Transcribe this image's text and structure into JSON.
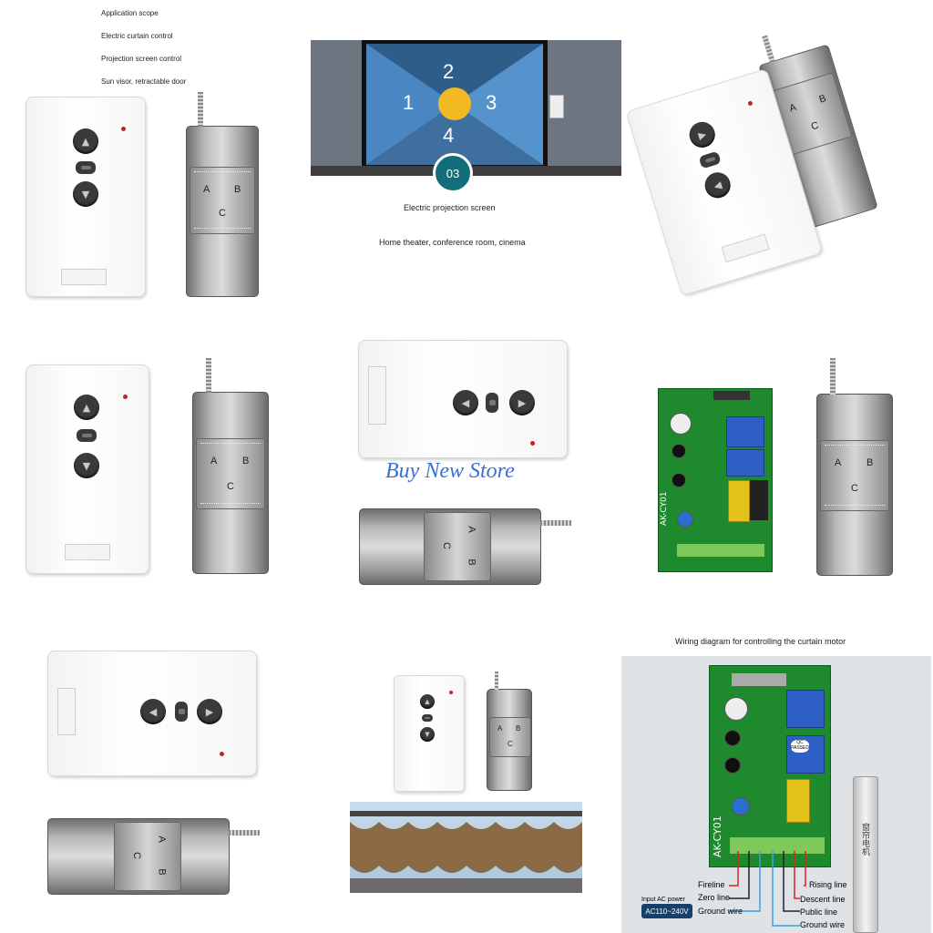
{
  "panel1": {
    "title": "Application scope",
    "items": [
      "Electric curtain control",
      "Projection screen control",
      "Sun visor, retractable door"
    ]
  },
  "panel2": {
    "screen_numbers": [
      "2",
      "1",
      "3",
      "4"
    ],
    "badge": "03",
    "caption": "Electric projection screen",
    "subcaption": "Home theater, conference room, cinema"
  },
  "remote_metal": {
    "key_a": "A",
    "key_b": "B",
    "key_c": "C"
  },
  "watermark": "Buy New Store",
  "wiring": {
    "title": "Wiring diagram for controlling the curtain motor",
    "board_model": "AK-CY01",
    "qc": "QC PASSED",
    "left_labels": [
      "Fireline",
      "Zero line",
      "Ground wire"
    ],
    "input_label": "Input AC power",
    "voltage": "AC110~240V",
    "right_labels": [
      "Rising line",
      "Descent line",
      "Public line",
      "Ground wire"
    ],
    "motor_text": "窗帘电机"
  },
  "icons": [
    "up-arrow-icon",
    "down-arrow-icon",
    "left-arrow-icon",
    "right-arrow-icon",
    "stop-icon",
    "led-indicator",
    "antenna-icon"
  ]
}
